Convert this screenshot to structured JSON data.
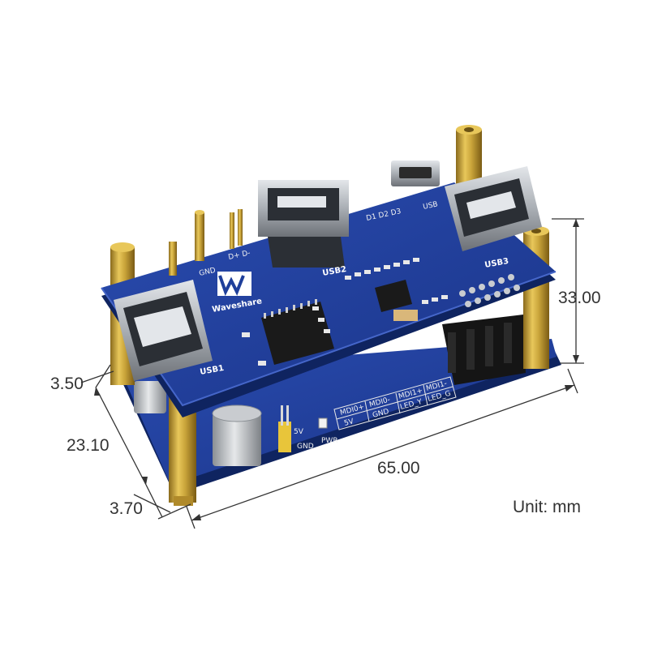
{
  "dimensions": {
    "height": "33.00",
    "top_spacer": "3.50",
    "board_depth": "23.10",
    "bottom_spacer": "3.70",
    "length": "65.00"
  },
  "unit_label": "Unit: mm",
  "board_labels": {
    "brand": "Waveshare",
    "usb1": "USB1",
    "usb2": "USB2",
    "usb3": "USB3",
    "usb_top": "USB",
    "gnd_top": "GND",
    "d_pins": "D+ D-",
    "leds_top": "D1 D2 D3",
    "gnd_bottom": "GND",
    "v5": "5V",
    "pwr": "PWR",
    "mdi0p": "MDI0+",
    "mdi0m": "MDI0-",
    "mdi1p": "MDI1+",
    "mdi1m": "MDI1-",
    "v5_cell": "5V",
    "gnd_cell": "GND",
    "led_y": "LED_Y",
    "led_g": "LED_G"
  },
  "colors": {
    "pcb": "#1f3f9a",
    "pcb_edge": "#4566c9",
    "brass": "#c9a43a",
    "connector": "#b7bcc2",
    "dimension_line": "#333333"
  }
}
